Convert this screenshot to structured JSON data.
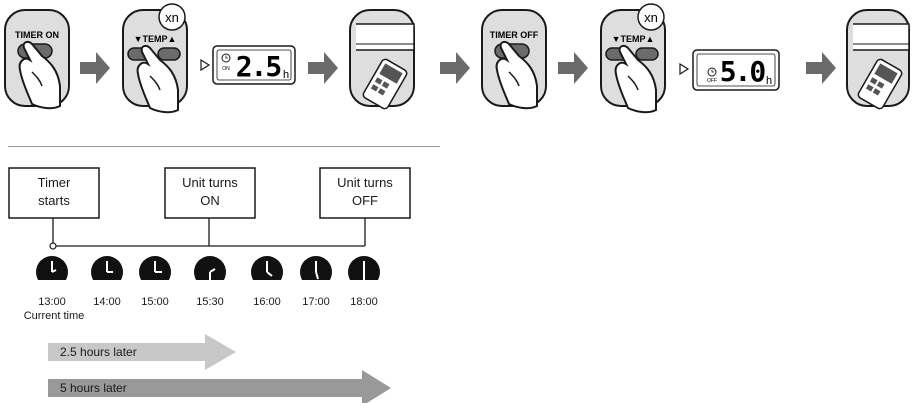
{
  "steps": {
    "timer_on_label": "TIMER ON",
    "timer_off_label": "TIMER OFF",
    "temp_label": "▼TEMP▲",
    "repeat_badge": "xn",
    "display_on": {
      "value": "2.5",
      "unit": "h",
      "mode": "ON"
    },
    "display_off": {
      "value": "5.0",
      "unit": "h",
      "mode": "OFF"
    }
  },
  "timeline": {
    "boxes": [
      {
        "line1": "Timer",
        "line2": "starts"
      },
      {
        "line1": "Unit turns",
        "line2": "ON"
      },
      {
        "line1": "Unit turns",
        "line2": "OFF"
      }
    ],
    "times": [
      "13:00",
      "14:00",
      "15:00",
      "15:30",
      "16:00",
      "17:00",
      "18:00"
    ],
    "current_time_label": "Current time"
  },
  "bars": [
    {
      "label": "2.5 hours later",
      "color": "#c8c8c8"
    },
    {
      "label": "5 hours later",
      "color": "#999999"
    }
  ],
  "colors": {
    "accent_arrow": "#6b6b6b",
    "panel_fill": "#dedede",
    "ink": "#1a1a1a"
  }
}
